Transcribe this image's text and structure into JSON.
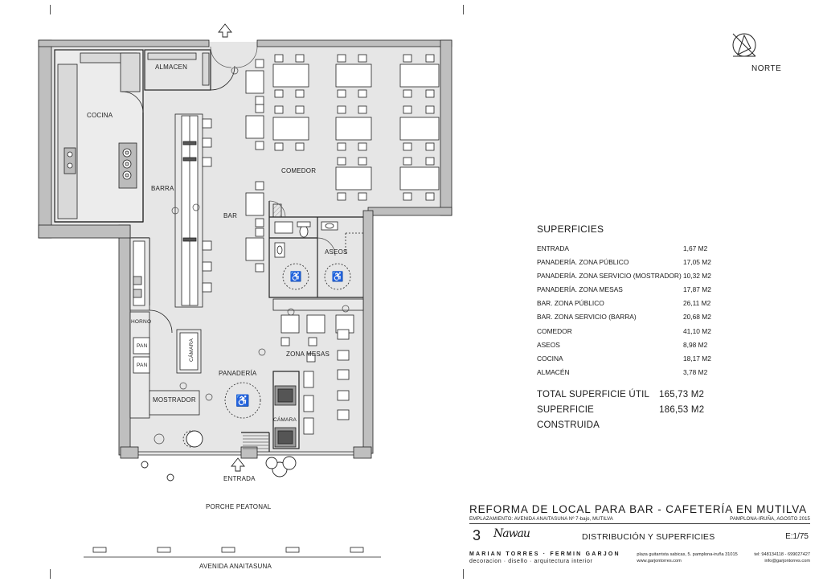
{
  "plan_labels": {
    "almacen": "ALMACEN",
    "cocina": "COCINA",
    "barra": "BARRA",
    "bar": "BAR",
    "comedor": "COMEDOR",
    "aseos": "ASEOS",
    "horno": "HORNO",
    "pan1": "PAN",
    "pan2": "PAN",
    "camara1": "CÁMARA",
    "camara2": "CÁMARA",
    "mostrador": "MOSTRADOR",
    "panaderia": "PANADERÍA",
    "zona_mesas": "ZONA MESAS",
    "entrada": "ENTRADA",
    "porche": "PORCHE PEATONAL",
    "avenida": "AVENIDA ANAITASUNA"
  },
  "north": {
    "label": "NORTE",
    "icon": "north-arrow-icon"
  },
  "surfaces": {
    "title": "SUPERFICIES",
    "rows": [
      {
        "name": "ENTRADA",
        "area": "1,67 M2"
      },
      {
        "name": "PANADERÍA. ZONA PÚBLICO",
        "area": "17,05 M2"
      },
      {
        "name": "PANADERÍA. ZONA SERVICIO (MOSTRADOR)",
        "area": "10,32 M2"
      },
      {
        "name": "PANADERÍA. ZONA MESAS",
        "area": "17,87 M2"
      },
      {
        "name": "BAR. ZONA PÚBLICO",
        "area": "26,11 M2"
      },
      {
        "name": "BAR. ZONA SERVICIO (BARRA)",
        "area": "20,68 M2"
      },
      {
        "name": "COMEDOR",
        "area": "41,10 M2"
      },
      {
        "name": "ASEOS",
        "area": "8,98 M2"
      },
      {
        "name": "COCINA",
        "area": "18,17 M2"
      },
      {
        "name": "ALMACÉN",
        "area": "3,78 M2"
      }
    ],
    "total_util": {
      "name": "TOTAL SUPERFICIE ÚTIL",
      "area": "165,73 M2"
    },
    "total_construida": {
      "name": "SUPERFICIE CONSTRUIDA",
      "area": "186,53 M2"
    }
  },
  "titleblock": {
    "project": "REFORMA DE LOCAL PARA BAR - CAFETERÍA EN MUTILVA",
    "location": "EMPLAZAMIENTO: AVENIDA ANAITASUNA  Nº 7-bajo, MUTILVA",
    "place_date": "PAMPLONA-IRUÑA, AGOSTO 2015",
    "sheet_number": "3",
    "signature": "Nawau",
    "sheet_title": "DISTRIBUCIÓN Y SUPERFICIES",
    "scale": "E:1/75",
    "firm": "MARIAN TORRES · FERMIN GARJON",
    "firm_sub": "decoracion · diseño · arquitectura interior",
    "address": "plaza guitarrista sabicas, 5. pamplona-iruña  31015",
    "web": "www.garjontorres.com",
    "phone": "tel: 948134118 - 699027427",
    "email": "info@garjontorres.com"
  }
}
